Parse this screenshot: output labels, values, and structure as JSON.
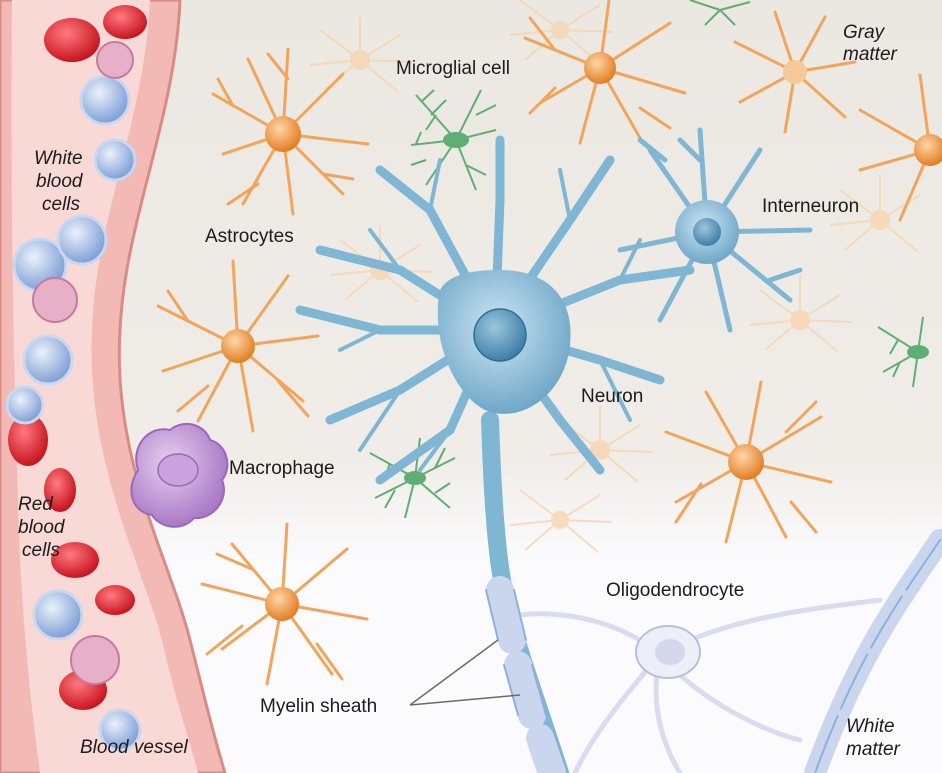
{
  "labels": {
    "microglial_cell": "Microglial cell",
    "gray_matter_1": "Gray",
    "gray_matter_2": "matter",
    "white_blood_cells_1": "White",
    "white_blood_cells_2": "blood",
    "white_blood_cells_3": "cells",
    "astrocytes": "Astrocytes",
    "interneuron": "Interneuron",
    "neuron": "Neuron",
    "macrophage": "Macrophage",
    "red_blood_cells_1": "Red",
    "red_blood_cells_2": "blood",
    "red_blood_cells_3": "cells",
    "oligodendrocyte": "Oligodendrocyte",
    "myelin_sheath": "Myelin sheath",
    "blood_vessel": "Blood vessel",
    "white_matter_1": "White",
    "white_matter_2": "matter"
  },
  "colors": {
    "gray_matter_bg": "#ece8e2",
    "white_matter_bg": "#fbfbfd",
    "vessel_wall": "#f2b9b5",
    "vessel_lumen": "#f8d9d6",
    "astrocyte": "#f2a55a",
    "astrocyte_nucleus": "#e07a1e",
    "neuron": "#7fb6d3",
    "neuron_nucleus": "#4f8fb4",
    "microglia": "#5fae73",
    "macrophage": "#b98ad0",
    "red_blood_cell": "#e0303a",
    "white_blood_cell": "#9fb7e2",
    "myelin": "#c9d6ee",
    "oligodendrocyte": "#d9dcf0"
  }
}
